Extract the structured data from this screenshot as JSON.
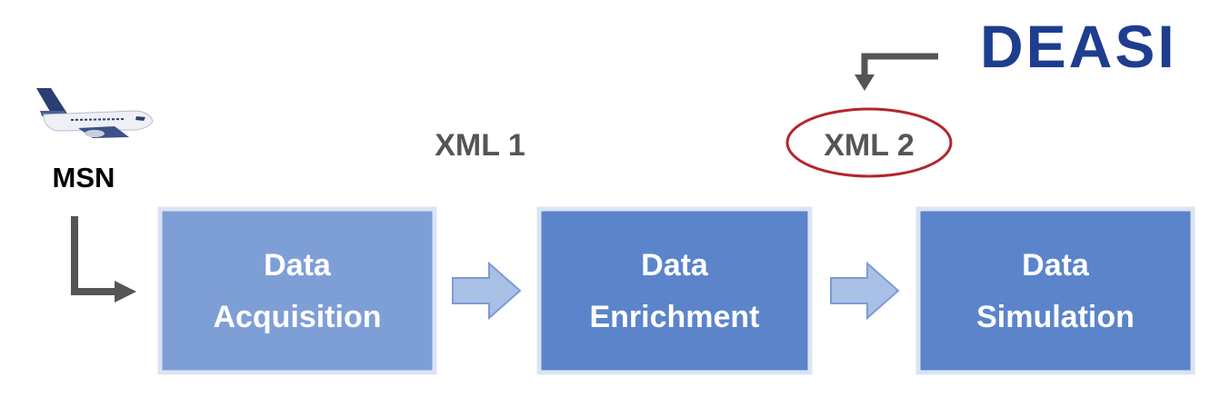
{
  "logo": {
    "text": "DEASI",
    "color": "#1e3d8f"
  },
  "source": {
    "label": "MSN",
    "icon": "airplane-icon"
  },
  "xml_labels": [
    {
      "id": "xml1",
      "text": "XML 1"
    },
    {
      "id": "xml2",
      "text": "XML 2"
    }
  ],
  "stages": [
    {
      "id": "acquisition",
      "line1": "Data",
      "line2": "Acquisition",
      "fill": "#7e9fd6"
    },
    {
      "id": "enrichment",
      "line1": "Data",
      "line2": "Enrichment",
      "fill": "#5b84cb"
    },
    {
      "id": "simulation",
      "line1": "Data",
      "line2": "Simulation",
      "fill": "#5b84cb"
    }
  ],
  "colors": {
    "box_border": "#dbe4f3",
    "stage_text": "#ffffff",
    "xml_text": "#555555",
    "connector": "#555555",
    "block_arrow_fill": "#a9c0e6",
    "block_arrow_stroke": "#7c9cd4",
    "highlight_ellipse": "#b3262c"
  }
}
